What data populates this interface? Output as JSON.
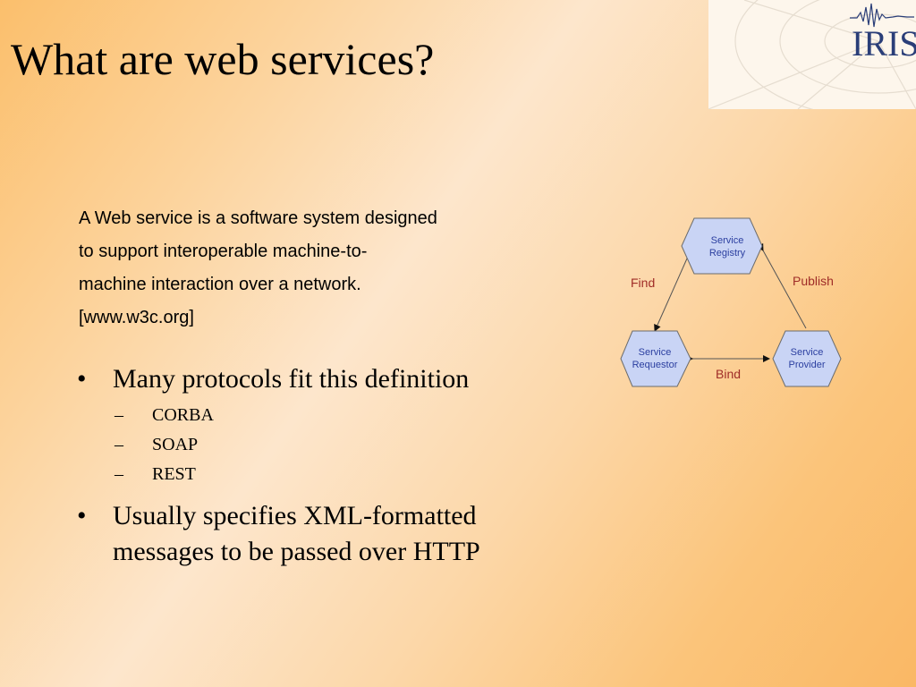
{
  "slide": {
    "title": "What are web services?"
  },
  "logo": {
    "text": "IRIS"
  },
  "definition": {
    "lines": [
      "A Web service is a software system designed",
      "to support interoperable machine-to-",
      "machine interaction over a network.",
      "[www.w3c.org]"
    ]
  },
  "bullets": [
    {
      "text": "Many protocols fit this definition",
      "subitems": [
        "CORBA",
        "SOAP",
        "REST"
      ]
    },
    {
      "text_lines": [
        "Usually specifies XML-formatted",
        "messages to be passed over HTTP"
      ]
    }
  ],
  "diagram": {
    "nodes": {
      "registry": [
        "Service",
        "Registry"
      ],
      "requestor": [
        "Service",
        "Requestor"
      ],
      "provider": [
        "Service",
        "Provider"
      ]
    },
    "edges": {
      "find": "Find",
      "publish": "Publish",
      "bind": "Bind"
    },
    "colors": {
      "node_fill": "#c9d4f5",
      "node_stroke": "#6b6b6b",
      "node_text": "#2b3fa0",
      "edge_label": "#a02d28"
    }
  },
  "bullet_glyph": "•",
  "dash_glyph": "–"
}
